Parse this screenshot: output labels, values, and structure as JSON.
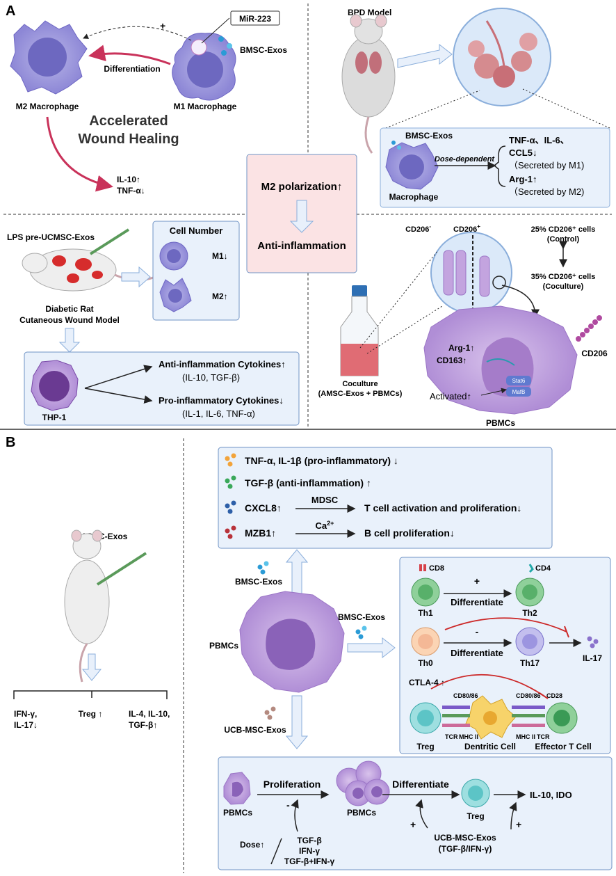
{
  "panelA": {
    "label": "A",
    "tl": {
      "mir": "MiR-223",
      "plus": "+",
      "bmsc": "BMSC-Exos",
      "diff": "Differentiation",
      "m2": "M2 Macrophage",
      "m1": "M1 Macrophage",
      "accel1": "Accelerated",
      "accel2": "Wound Healing",
      "il10": "IL-10↑",
      "tnf": "TNF-α↓"
    },
    "tr": {
      "bpd": "BPD Model",
      "bmsc": "BMSC-Exos",
      "dose": "Dose-dependent",
      "l1": "TNF-α、IL-6、",
      "l2": "CCL5↓",
      "l3": "（Secreted by M1)",
      "l4": "Arg-1↑",
      "l5": "（Secreted by M2)",
      "mac": "Macrophage"
    },
    "center": {
      "m2pol": "M2 polarization↑",
      "anti": "Anti-inflammation"
    },
    "bl": {
      "lps": "LPS pre-UCMSC-Exos",
      "rat1": "Diabetic Rat",
      "rat2": "Cutaneous Wound Model",
      "cellnum": "Cell Number",
      "m1": "M1↓",
      "m2": "M2↑",
      "thp": "THP-1",
      "anti1": "Anti-inflammation Cytokines↑",
      "anti2": "(IL-10, TGF-β)",
      "pro1": "Pro-inflammatory Cytokines↓",
      "pro2": "(IL-1, IL-6, TNF-α)"
    },
    "br": {
      "cdneg": "CD206",
      "cdneg_sup": "-",
      "cdpos": "CD206",
      "cdpos_sup": "+",
      "c1": "25% CD206⁺ cells",
      "c2": "(Control)",
      "c3": "35% CD206⁺ cells",
      "c4": "(Coculture)",
      "arg": "Arg-1↑",
      "cd163": "CD163↑",
      "activated": "Activated↑",
      "stat6": "Stat6",
      "mafb": "MafB",
      "cd206": "CD206",
      "cocul1": "Coculture",
      "cocul2": "(AMSC-Exos + PBMCs)",
      "pbmcs": "PBMCs"
    }
  },
  "panelB": {
    "label": "B",
    "adsc": "ADSC-Exos",
    "out1a": "IFN-γ,",
    "out1b": "IL-17↓",
    "out2": "Treg ↑",
    "out3a": "IL-4, IL-10,",
    "out3b": "TGF-β↑",
    "topbox": {
      "r1": "TNF-α, IL-1β (pro-inflammatory) ↓",
      "r2": "TGF-β (anti-inflammation) ↑",
      "r3a": "CXCL8↑",
      "r3m": "MDSC",
      "r3b": "T cell activation and proliferation↓",
      "r4a": "MZB1↑",
      "r4m": "Ca",
      "r4sup": "2+",
      "r4b": "B cell proliferation↓"
    },
    "bmsc1": "BMSC-Exos",
    "bmsc2": "BMSC-Exos",
    "pbmcs": "PBMCs",
    "ucb": "UCB-MSC-Exos",
    "tcell": {
      "cd8": "CD8",
      "cd4": "CD4",
      "plus": "+",
      "minus": "-",
      "diff1": "Differentiate",
      "diff2": "Differentiate",
      "th1": "Th1",
      "th2": "Th2",
      "th0": "Th0",
      "th17": "Th17",
      "il17": "IL-17",
      "ctla": "CTLA-4 ↑",
      "cd8086a": "CD80/86",
      "cd8086b": "CD80/86",
      "cd28": "CD28",
      "tcr1": "TCR",
      "mhc1": "MHC II",
      "mhc2": "MHC II",
      "tcr2": "TCR",
      "treg": "Treg",
      "dc": "Dentritic Cell",
      "eff": "Effector T Cell"
    },
    "bottombox": {
      "prolif": "Proliferation",
      "minus": "-",
      "pbmcs1": "PBMCs",
      "pbmcs2": "PBMCs",
      "diff": "Differentiate",
      "treg": "Treg",
      "out": "IL-10, IDO",
      "plus1": "+",
      "plus2": "+",
      "dose": "Dose↑",
      "tgf": "TGF-β",
      "ifn": "IFN-γ",
      "tgfifn": "TGF-β+IFN-γ",
      "ucb1": "UCB-MSC-Exos",
      "ucb2": "(TGF-β/IFN-γ)"
    }
  }
}
